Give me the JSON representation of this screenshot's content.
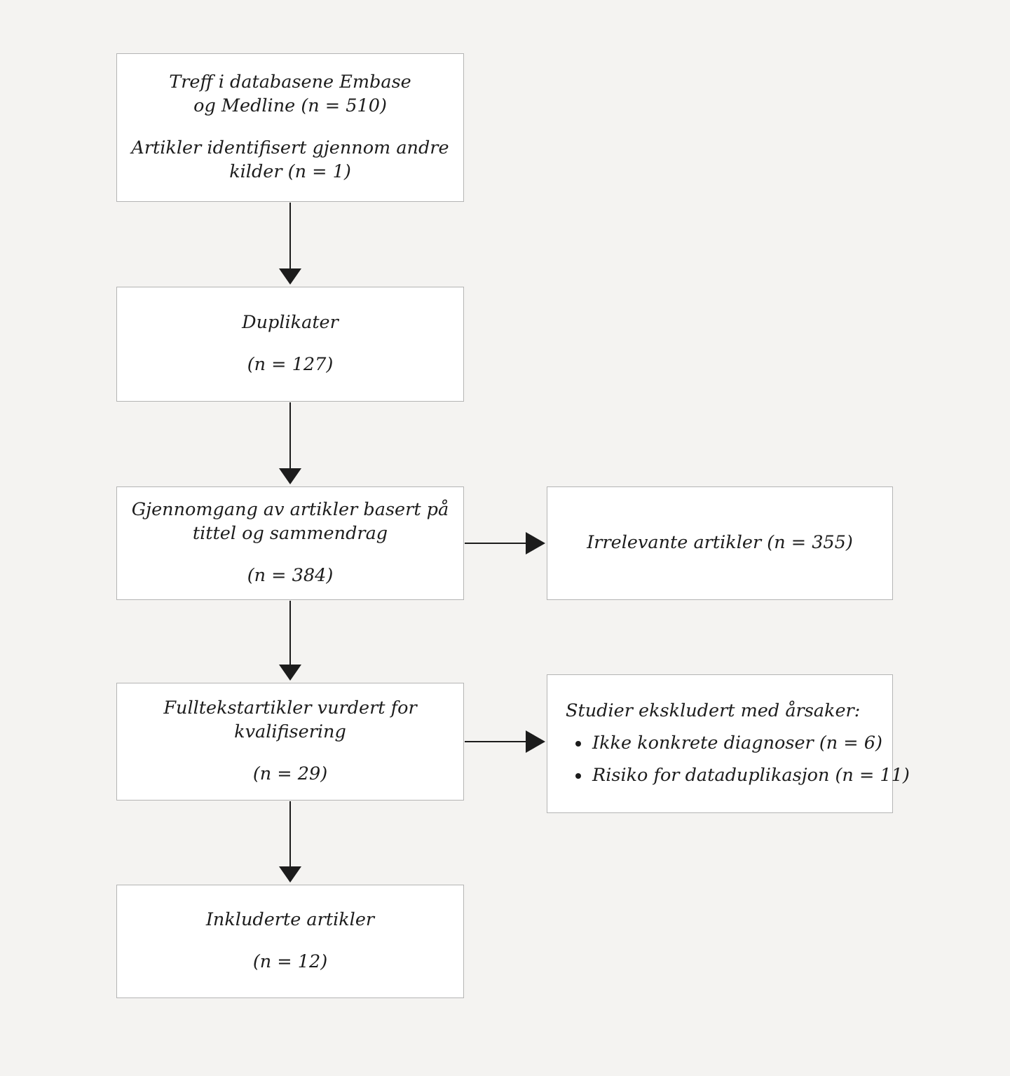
{
  "diagram": {
    "type": "prisma-flow-diagram",
    "language": "no",
    "background_color": "#f4f3f1",
    "box_fill_color": "#ffffff",
    "box_border_color": "#b4b4b4",
    "text_color": "#1c1c1c",
    "arrow_color": "#1c1c1c"
  },
  "nodes": {
    "records": {
      "paragraphs": [
        {
          "lines": [
            "Treff i databasene Embase",
            "og Medline (n = 510)"
          ]
        },
        {
          "lines": [
            "Artikler identifisert gjennom andre",
            "kilder (n = 1)"
          ]
        }
      ]
    },
    "duplicates": {
      "paragraphs": [
        {
          "lines": [
            "Duplikater"
          ]
        },
        {
          "lines": [
            "(n = 127)"
          ]
        }
      ]
    },
    "screening": {
      "paragraphs": [
        {
          "lines": [
            "Gjennomgang av artikler basert på",
            "tittel og sammendrag"
          ]
        },
        {
          "lines": [
            "(n = 384)"
          ]
        }
      ]
    },
    "irrelevant": {
      "paragraphs": [
        {
          "lines": [
            "Irrelevante artikler (n = 355)"
          ]
        }
      ]
    },
    "fulltext": {
      "paragraphs": [
        {
          "lines": [
            "Fulltekstartikler vurdert for",
            "kvalifisering"
          ]
        },
        {
          "lines": [
            "(n = 29)"
          ]
        }
      ]
    },
    "excluded": {
      "heading": "Studier ekskludert med årsaker:",
      "reasons": [
        "Ikke konkrete diagnoser (n = 6)",
        "Risiko for dataduplikasjon (n = 11)"
      ]
    },
    "included": {
      "paragraphs": [
        {
          "lines": [
            "Inkluderte artikler"
          ]
        },
        {
          "lines": [
            "(n = 12)"
          ]
        }
      ]
    }
  },
  "counts": {
    "database_records": 510,
    "other_sources": 1,
    "duplicates": 127,
    "screened": 384,
    "irrelevant": 355,
    "fulltext_assessed": 29,
    "excluded_no_concrete_diagnoses": 6,
    "excluded_data_duplication_risk": 11,
    "included": 12
  },
  "edges": [
    {
      "from": "records",
      "to": "duplicates",
      "direction": "down"
    },
    {
      "from": "duplicates",
      "to": "screening",
      "direction": "down"
    },
    {
      "from": "screening",
      "to": "irrelevant",
      "direction": "right"
    },
    {
      "from": "screening",
      "to": "fulltext",
      "direction": "down"
    },
    {
      "from": "fulltext",
      "to": "excluded",
      "direction": "right"
    },
    {
      "from": "fulltext",
      "to": "included",
      "direction": "down"
    }
  ]
}
